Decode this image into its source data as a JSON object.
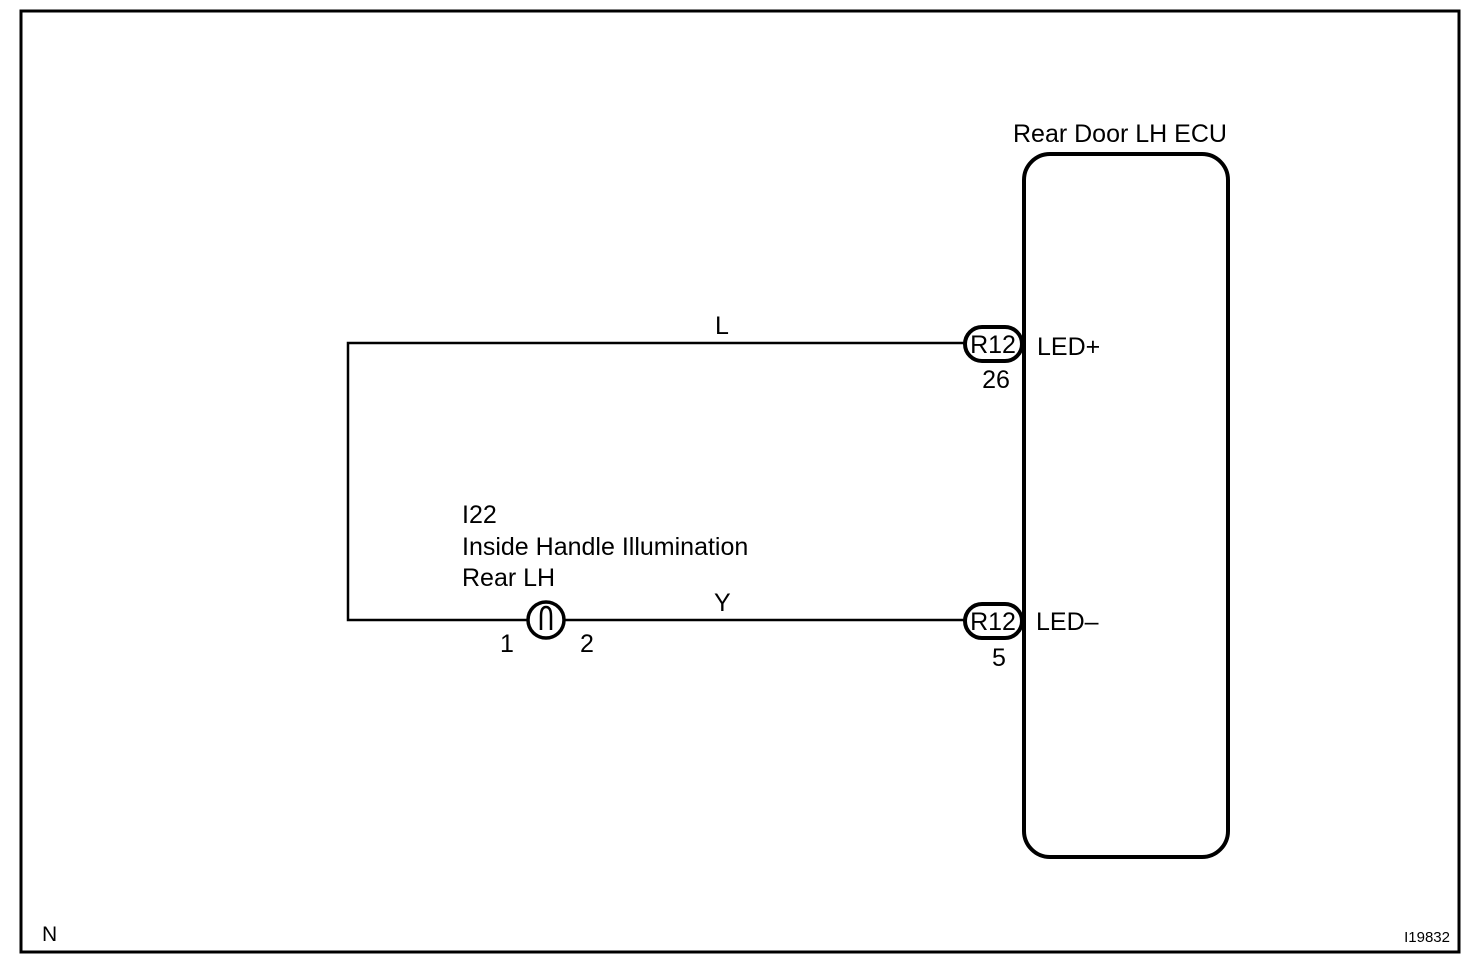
{
  "ecu": {
    "title": "Rear Door LH ECU",
    "pins": [
      {
        "name": "LED+",
        "connector": "R12",
        "pin": "26"
      },
      {
        "name": "LED–",
        "connector": "R12",
        "pin": "5"
      }
    ]
  },
  "wires": {
    "top_color": "L",
    "bottom_color": "Y"
  },
  "component": {
    "code": "I22",
    "name_line1": "Inside Handle Illumination",
    "name_line2": "Rear LH",
    "pin_left": "1",
    "pin_right": "2",
    "symbol": "bulb-icon"
  },
  "footer": {
    "corner_letter": "N",
    "figure_id": "I19832"
  }
}
